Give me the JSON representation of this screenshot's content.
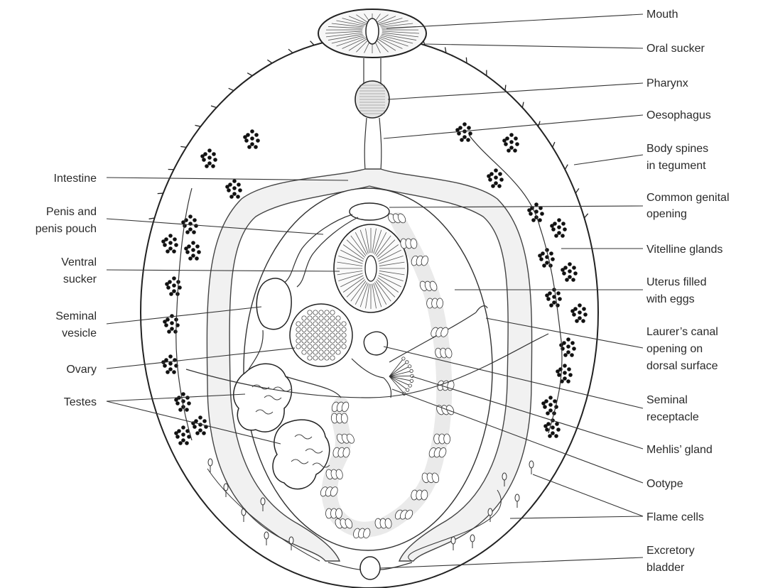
{
  "labels_right": {
    "mouth": "Mouth",
    "oral_sucker": "Oral sucker",
    "pharynx": "Pharynx",
    "oesophagus": "Oesophagus",
    "body_spines_1": "Body spines",
    "body_spines_2": "in tegument",
    "common_genital_1": "Common genital",
    "common_genital_2": "opening",
    "vitelline": "Vitelline glands",
    "uterus_1": "Uterus filled",
    "uterus_2": "with eggs",
    "laurer_1": "Laurer’s canal",
    "laurer_2": "opening on",
    "laurer_3": "dorsal surface",
    "seminal_rec_1": "Seminal",
    "seminal_rec_2": "receptacle",
    "mehlis": "Mehlis’ gland",
    "ootype": "Ootype",
    "flame": "Flame cells",
    "excretory_1": "Excretory",
    "excretory_2": "bladder"
  },
  "labels_left": {
    "intestine": "Intestine",
    "penis_1": "Penis and",
    "penis_2": "penis pouch",
    "ventral_1": "Ventral",
    "ventral_2": "sucker",
    "seminal_ves_1": "Seminal",
    "seminal_ves_2": "vesicle",
    "ovary": "Ovary",
    "testes": "Testes"
  },
  "colors": {
    "line": "#333333",
    "text": "#2a2a2a",
    "dots": "#111111",
    "intestine_fill": "#f1f1f1"
  }
}
